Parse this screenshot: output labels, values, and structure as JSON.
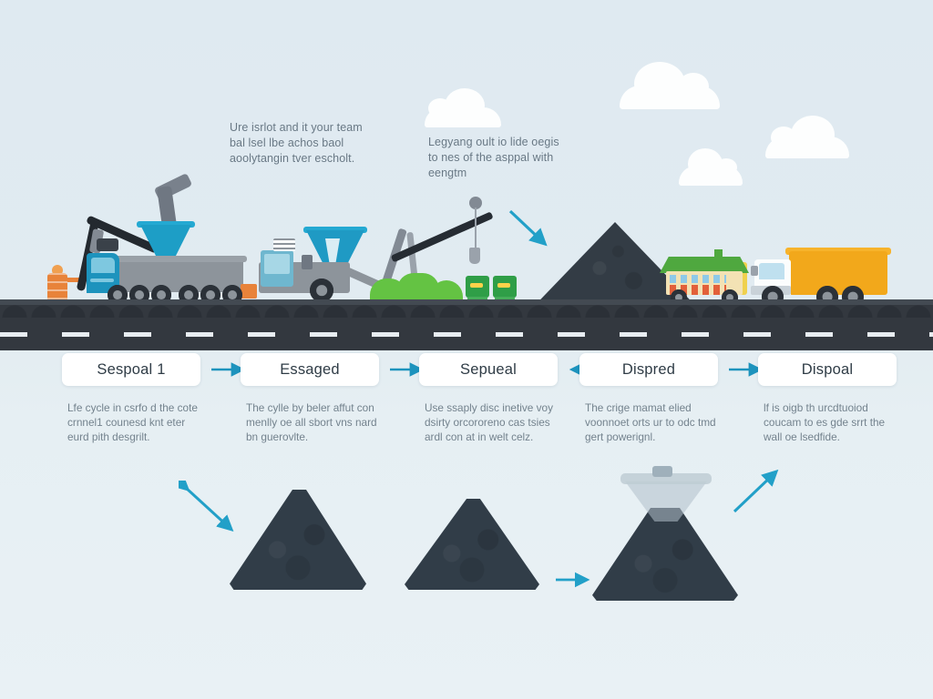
{
  "meta": {
    "title": "Asphalt lifecycle process infographic",
    "background_color": "#dfeaf1",
    "accent_color": "#1d93bd",
    "asphalt_color": "#313d48"
  },
  "callouts": [
    {
      "id": "callout-left",
      "text": "Ure isrlot and it your team bal lsel lbe achos baol aoolytangin tver escholt."
    },
    {
      "id": "callout-right",
      "text": "Legyang oult io lide oegis to nes of the asppal with eengtm"
    }
  ],
  "steps": [
    {
      "label": "Sespoal 1",
      "description": "Lfe cycle in csrfo d the cote crnnel1 counesd knt eter eurd pith desgrilt."
    },
    {
      "label": "Essaged",
      "description": "The cylle by beler affut con menlly oe all sbort vns nard bn guerovlte."
    },
    {
      "label": "Sepueal",
      "description": "Use ssaply disc inetive voy dsirty orcororeno cas tsies ardl con at in welt celz."
    },
    {
      "label": "Dispred",
      "description": "The crige mamat elied voonnoet orts ur to odc tmd gert powerignl."
    },
    {
      "label": "Dispoal",
      "description": "lf is oigb th urcdtuoiod coucam to es gde srrt the wall oe lsedfide."
    }
  ],
  "flow_arrows": [
    {
      "id": "arrow-step-1-2",
      "direction": "right"
    },
    {
      "id": "arrow-step-2-3",
      "direction": "right"
    },
    {
      "id": "arrow-step-3-4",
      "direction": "left"
    },
    {
      "id": "arrow-step-4-5",
      "direction": "right"
    }
  ],
  "scene_arrows": [
    {
      "id": "arrow-sky-down-right",
      "direction": "down-right"
    },
    {
      "id": "arrow-bottom-diagonal-double",
      "direction": "double-diagonal"
    },
    {
      "id": "arrow-bottom-right-between-mounds",
      "direction": "right"
    },
    {
      "id": "arrow-bottom-up-right",
      "direction": "up-right"
    }
  ],
  "scene_objects": [
    {
      "id": "excavator-truck",
      "label": "Excavator loader truck"
    },
    {
      "id": "worker-figure",
      "label": "Road worker with barrel"
    },
    {
      "id": "mixer-truck",
      "label": "Asphalt mixer truck"
    },
    {
      "id": "crane",
      "label": "Crane with hook"
    },
    {
      "id": "bushes",
      "label": "Roadside bushes"
    },
    {
      "id": "green-machines",
      "label": "Green site machines"
    },
    {
      "id": "asphalt-pile",
      "label": "Asphalt pile on road"
    },
    {
      "id": "mobile-house",
      "label": "House on wheels"
    },
    {
      "id": "dump-truck",
      "label": "Yellow dump truck"
    },
    {
      "id": "road",
      "label": "Road with lane markings"
    },
    {
      "id": "clouds",
      "label": "Clouds"
    },
    {
      "id": "asphalt-mound-1",
      "label": "Asphalt mound 1"
    },
    {
      "id": "asphalt-mound-2",
      "label": "Asphalt mound 2"
    },
    {
      "id": "asphalt-mound-3-with-hopper",
      "label": "Asphalt mound with hopper"
    }
  ]
}
